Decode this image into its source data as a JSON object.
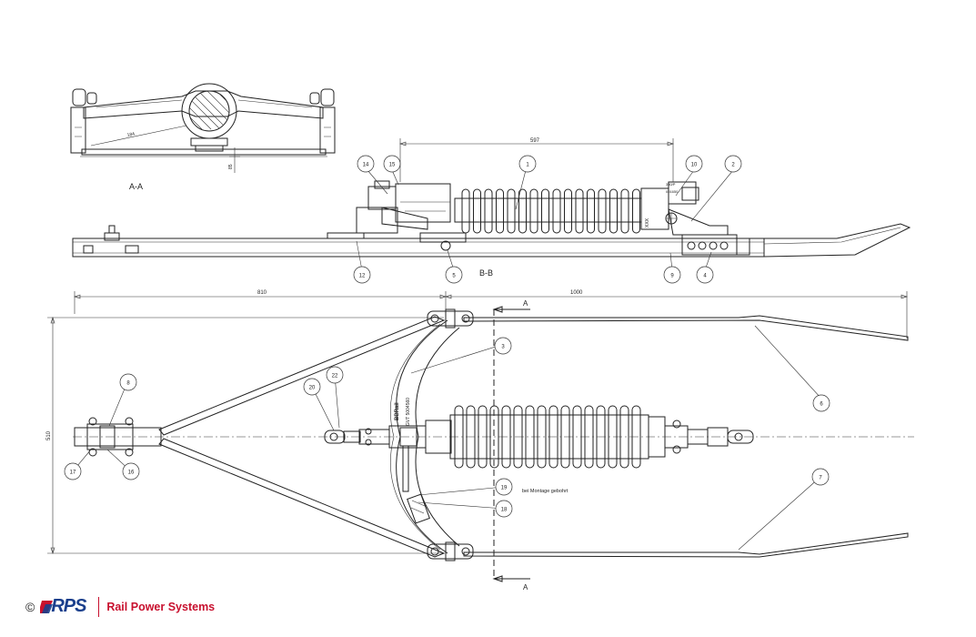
{
  "views": {
    "aa_label": "A-A",
    "bb_label": "B-B",
    "aa_dim_184": "184",
    "aa_dim_85": "85"
  },
  "dimensions": {
    "d597": "597",
    "d810": "810",
    "d1000": "1000",
    "d510": "510"
  },
  "section_marks": {
    "top": "A",
    "bottom": "A"
  },
  "insulator_text": {
    "brand": "BBRail",
    "type": "GVT 5004560"
  },
  "end_labels": {
    "right_top": "380/P",
    "right_bottom": "001650",
    "xxx": "XXX"
  },
  "callouts": {
    "c1": "1",
    "c2": "2",
    "c3": "3",
    "c4": "4",
    "c5": "5",
    "c6": "6",
    "c7": "7",
    "c8": "8",
    "c9": "9",
    "c10": "10",
    "c12": "12",
    "c14": "14",
    "c15": "15",
    "c16": "16",
    "c17": "17",
    "c18": "18",
    "c19": "19",
    "c20": "20",
    "c22": "22"
  },
  "note": "bei Montage gebohrt",
  "footer": {
    "copyright": "©",
    "logo_text": "RPS",
    "company": "Rail Power Systems",
    "logo_color": "#1a3f8c",
    "accent_color": "#c8102e"
  }
}
